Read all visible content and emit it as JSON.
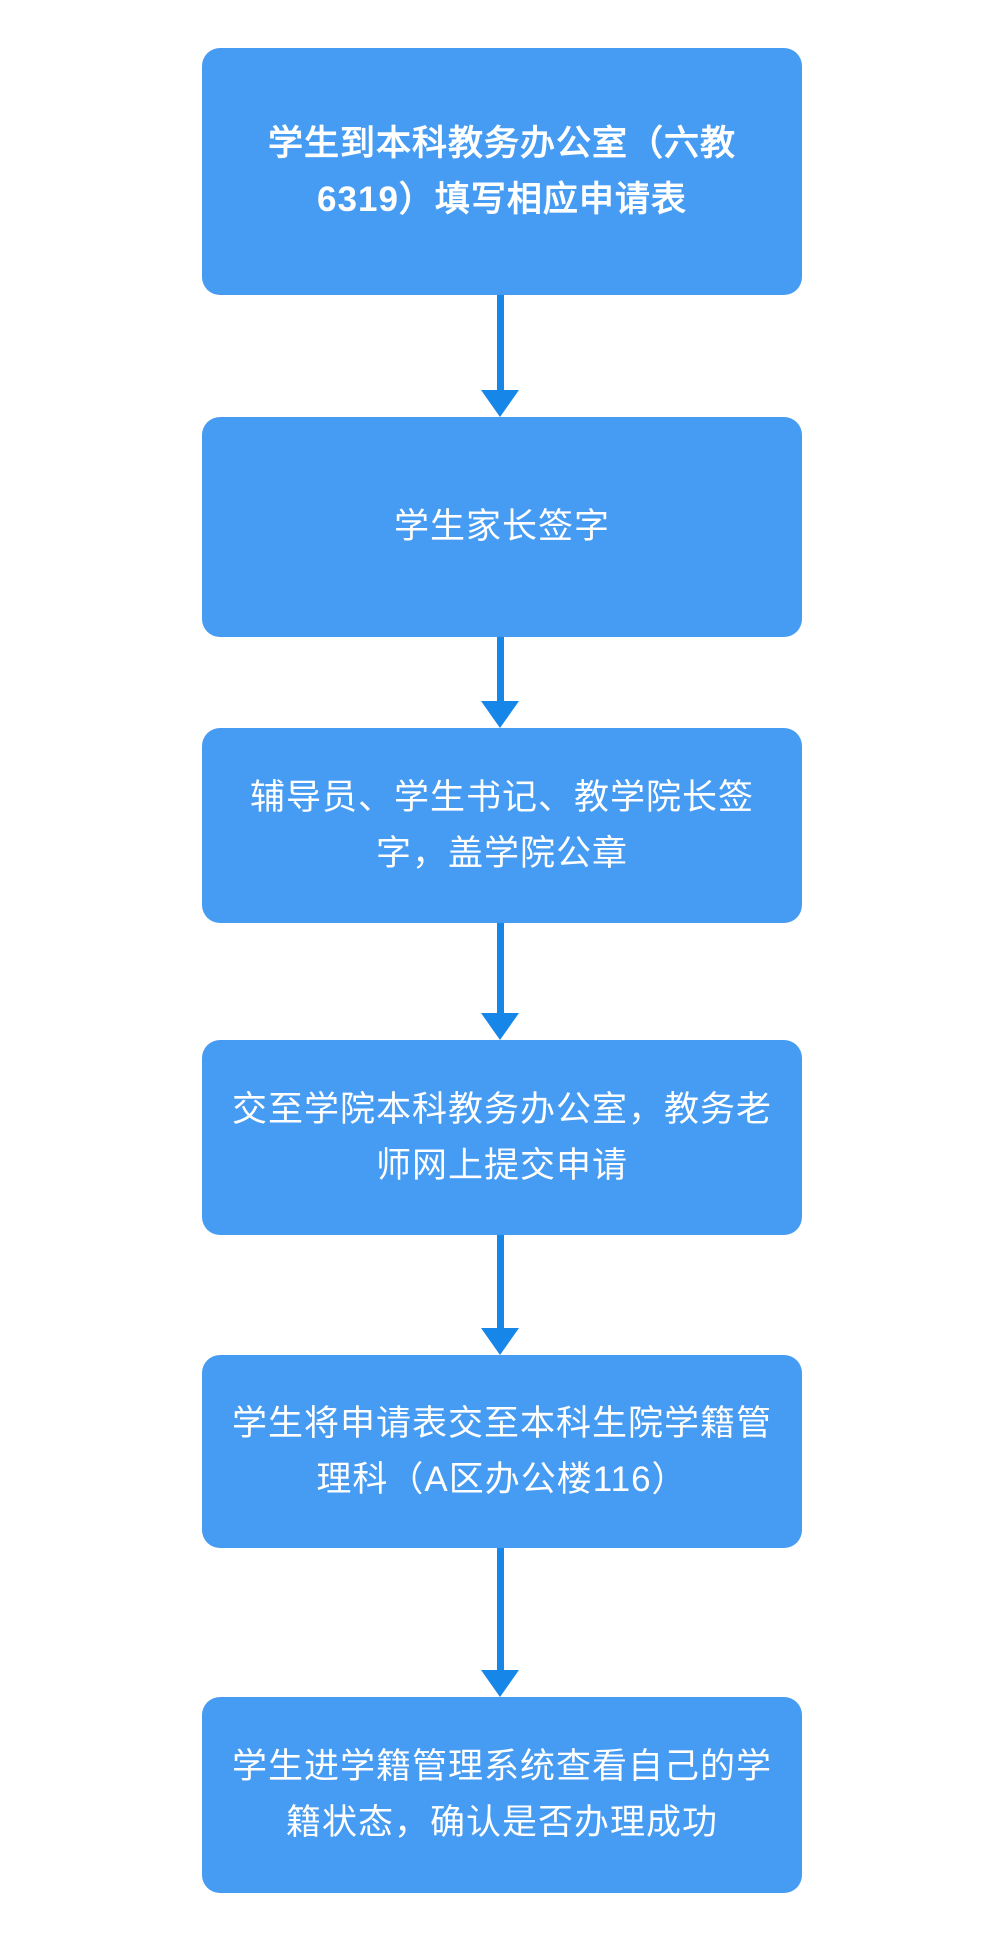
{
  "page": {
    "background": "#ffffff"
  },
  "flowchart": {
    "type": "vertical-flow",
    "direction": "top-to-bottom",
    "box_color": "#469BF2",
    "arrow_color": "#1786E9",
    "text_color": "#ffffff",
    "steps": [
      {
        "text": "学生到本科教务办公室（六教\n6319）填写相应申请表",
        "bold": true
      },
      {
        "text": "学生家长签字",
        "bold": false
      },
      {
        "text": "辅导员、学生书记、教学院长签\n字，盖学院公章",
        "bold": false
      },
      {
        "text": "交至学院本科教务办公室，教务老\n师网上提交申请",
        "bold": false
      },
      {
        "text": "学生将申请表交至本科生院学籍管\n理科（A区办公楼116）",
        "bold": false
      },
      {
        "text": "学生进学籍管理系统查看自己的学\n籍状态，确认是否办理成功",
        "bold": false
      }
    ]
  }
}
